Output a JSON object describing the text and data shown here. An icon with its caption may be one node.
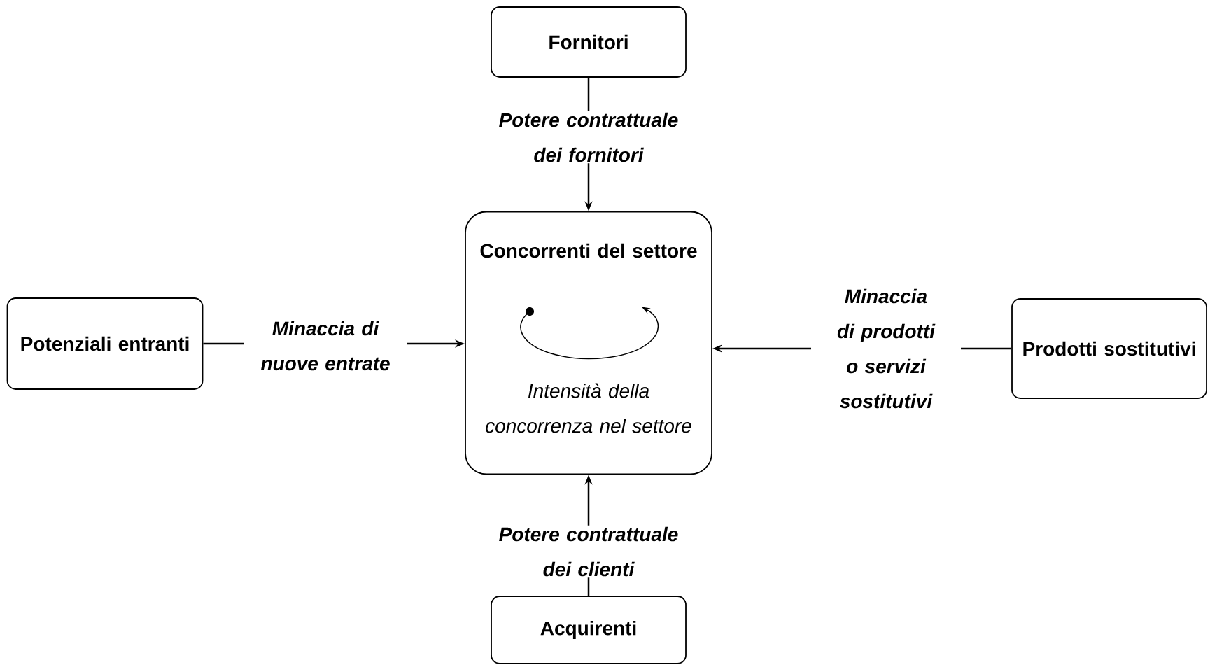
{
  "diagram": {
    "nodes": [
      {
        "text": [
          "Fornitori"
        ]
      },
      {
        "text": [
          "Concorrenti del settore",
          "Intensità della concorrenza nel settore"
        ]
      },
      {
        "text": [
          "Potenziali entranti"
        ]
      },
      {
        "text": [
          "Prodotti sostitutivi"
        ]
      },
      {
        "text": [
          "Acquirenti"
        ]
      }
    ],
    "edges": [
      {
        "from": 0,
        "to": 1,
        "arrow": "to",
        "label": "Potere contrattuale dei fornitori"
      },
      {
        "from": 2,
        "to": 1,
        "arrow": "to",
        "label": "Minaccia di nuove entrate"
      },
      {
        "from": 3,
        "to": 1,
        "arrow": "to",
        "label": "Minaccia di prodotti o servizi sostitutivi"
      },
      {
        "from": 4,
        "to": 1,
        "arrow": "to",
        "label": "Potere contrattuale dei clienti"
      }
    ]
  }
}
